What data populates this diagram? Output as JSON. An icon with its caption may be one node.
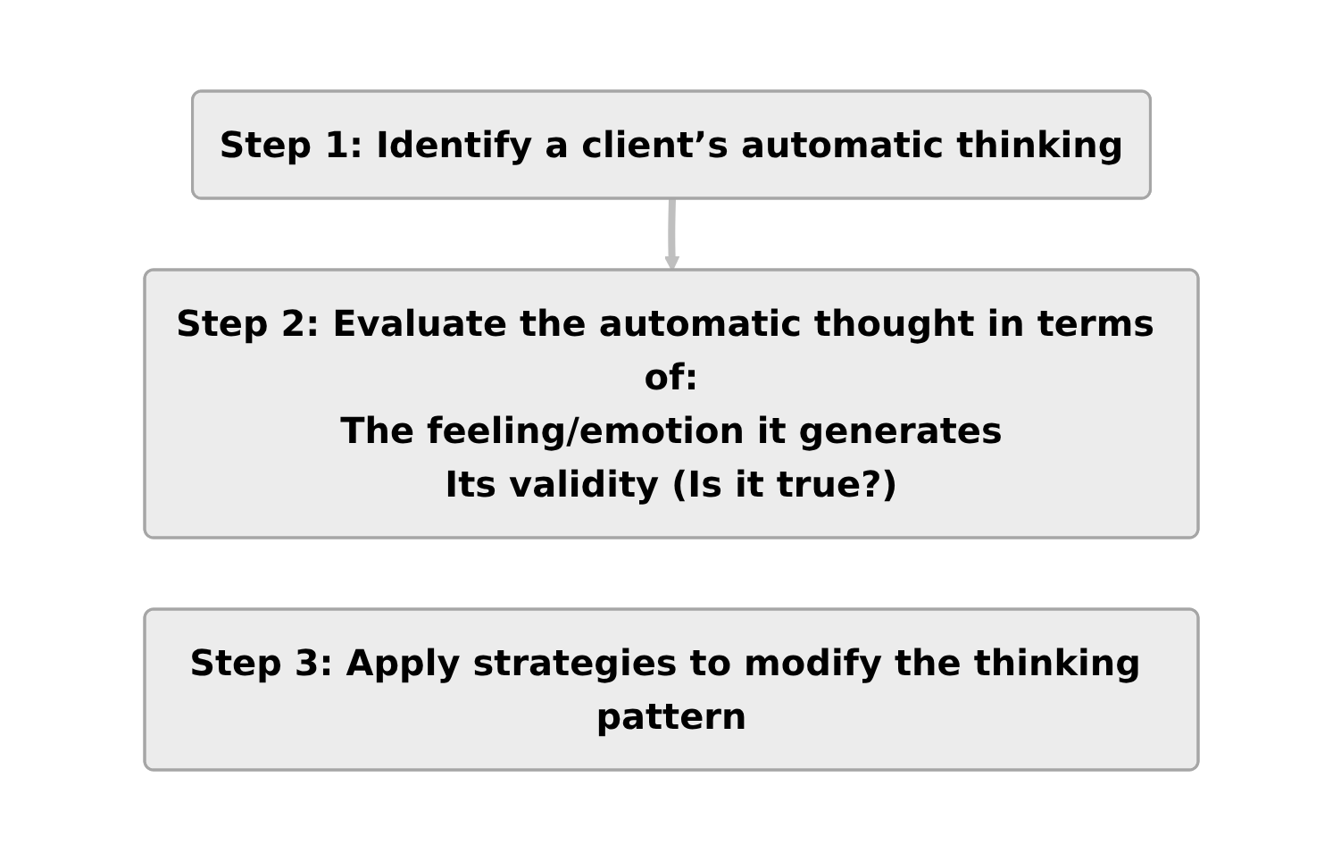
{
  "diagram": {
    "nodes": [
      {
        "text": [
          "Step 1: Identify a client’s automatic thinking"
        ]
      },
      {
        "text": [
          "Step 2: Evaluate the automatic thought in terms of:",
          "The feeling/emotion it generates",
          "Its validity (Is it true?)"
        ]
      },
      {
        "text": [
          "Step 3: Apply strategies to modify the thinking pattern"
        ]
      }
    ],
    "edges": [
      {
        "from": 0,
        "to": 1,
        "arrow": "to",
        "color": "#bfbfbf"
      }
    ]
  }
}
